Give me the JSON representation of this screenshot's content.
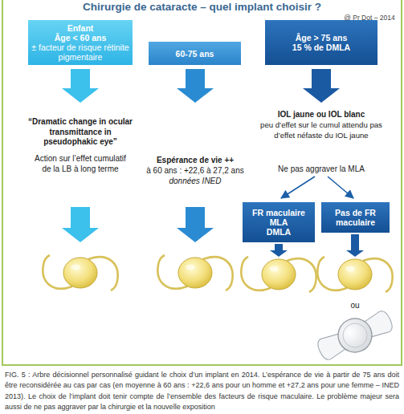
{
  "diagram": {
    "title": "Chirurgie de cataracte – quel implant choisir ?",
    "caption": "FIG. 5 : Arbre décisionnel personnalisé guidant le choix d’un implant en 2014. L’espérance de vie à partir de 75 ans doit être reconsidérée au cas par cas (en moyenne à 60 ans : +22,6 ans pour un homme et +27,2 ans pour une femme – INED 2013). Le choix de l’implant doit tenir compte de l’ensemble des facteurs de risque maculaire. Le problème majeur sera aussi de ne pas aggraver par la chirurgie et la nouvelle exposition",
    "nodes": [
      {
        "text": [
          "Enfant",
          "Âge < 60 ans",
          "± facteur de risque rétinite pigmentaire"
        ]
      },
      {
        "text": [
          "60-75 ans"
        ]
      },
      {
        "text": [
          "Âge > 75 ans",
          "15 % de DMLA"
        ]
      },
      {
        "text": [
          "FR maculaire",
          "MLA",
          "DMLA"
        ]
      },
      {
        "text": [
          "Pas de FR maculaire"
        ]
      }
    ],
    "labels": [
      "@ Pr Dot – 2014",
      "“Dramatic change in ocular transmittance in pseudophakic eye”",
      "Action sur l’effet cumulatif de la LB à long terme",
      "Espérance de vie ++",
      "à 60 ans : +22,6 à 27,2 ans",
      "données INED",
      "IOL jaune ou IOL blanc",
      "peu d’effet sur le cumul attendu pas d’effet néfaste du IOL jaune",
      "Ne pas aggraver la MLA",
      "ou"
    ]
  }
}
